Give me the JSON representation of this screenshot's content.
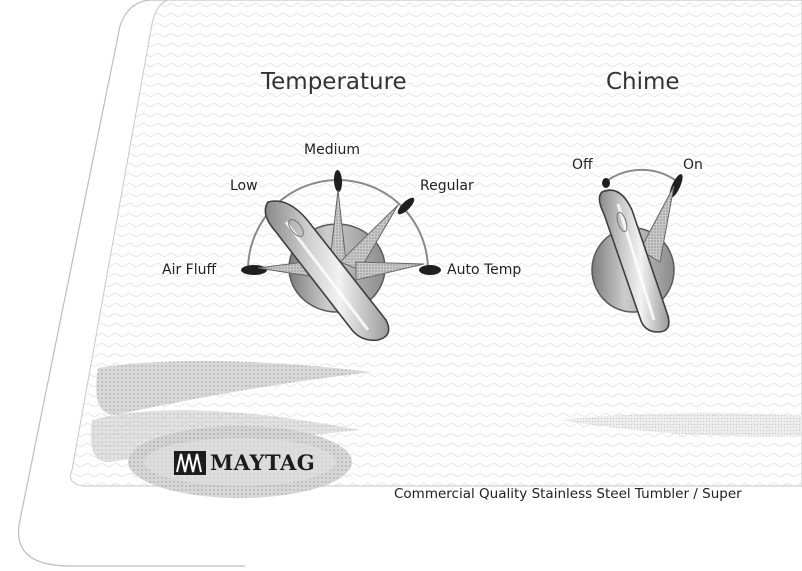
{
  "panel": {
    "temperature": {
      "title": "Temperature",
      "settings": [
        "Air Fluff",
        "Low",
        "Medium",
        "Regular",
        "Auto Temp"
      ]
    },
    "chime": {
      "title": "Chime",
      "settings": [
        "Off",
        "On"
      ]
    },
    "brand": "MAYTAG",
    "tagline": "Commercial Quality Stainless Steel Tumbler / Super"
  },
  "colors": {
    "ink": "#222222",
    "knob_shade": "#9a9a9a",
    "indicator_dot": "#1a1a1a"
  },
  "icons": [
    "maytag-logo-icon",
    "temperature-knob-icon",
    "chime-knob-icon"
  ]
}
